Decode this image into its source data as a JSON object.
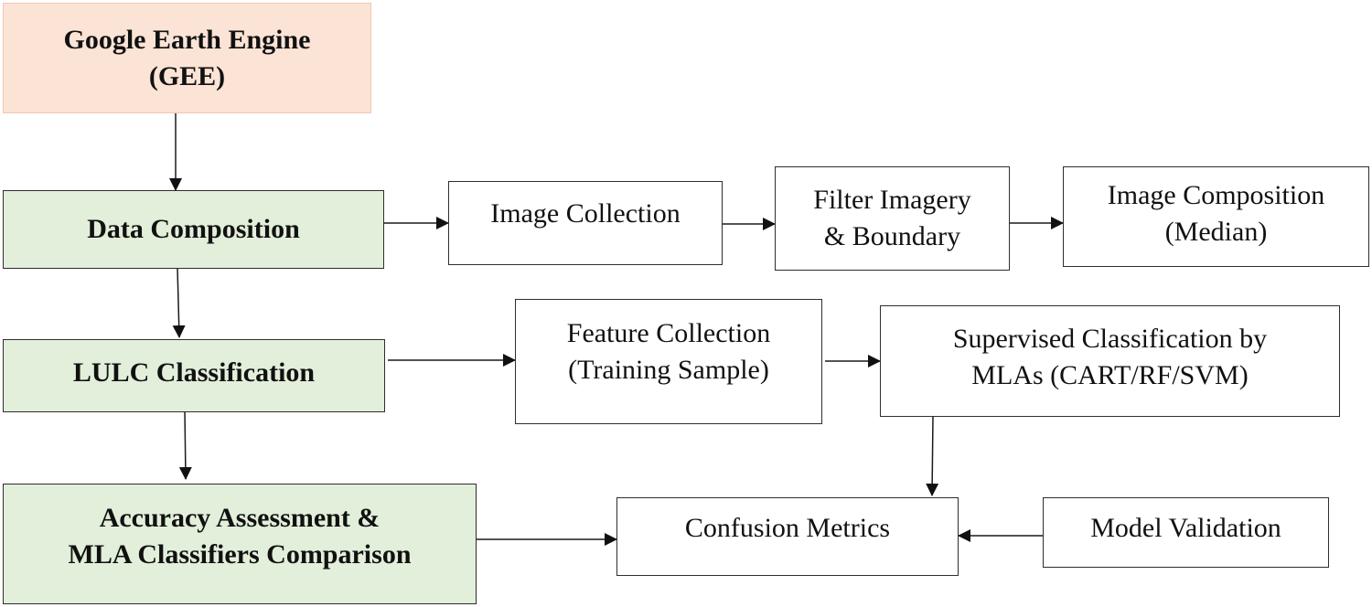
{
  "diagram": {
    "type": "flowchart",
    "colors": {
      "gee_fill": "#fbe3d6",
      "stage_fill": "#e2efda",
      "step_fill": "#ffffff",
      "line": "#1a1a1a"
    },
    "nodes": {
      "gee": {
        "line1": "Google Earth Engine",
        "line2": "(GEE)"
      },
      "data_composition": {
        "line1": "Data Composition"
      },
      "lulc": {
        "line1": "LULC Classification"
      },
      "accuracy": {
        "line1": "Accuracy Assessment &",
        "line2": "MLA Classifiers Comparison"
      },
      "image_collection": {
        "line1": "Image Collection"
      },
      "filter": {
        "line1": "Filter Imagery",
        "line2": "& Boundary"
      },
      "image_composition": {
        "line1": "Image Composition",
        "line2": "(Median)"
      },
      "feature_collection": {
        "line1": "Feature Collection",
        "line2": "(Training Sample)"
      },
      "supervised": {
        "line1": "Supervised Classification by",
        "line2": "MLAs (CART/RF/SVM)"
      },
      "confusion": {
        "line1": "Confusion Metrics"
      },
      "validation": {
        "line1": "Model Validation"
      }
    },
    "edges": [
      [
        "gee",
        "data_composition"
      ],
      [
        "data_composition",
        "lulc"
      ],
      [
        "lulc",
        "accuracy"
      ],
      [
        "data_composition",
        "image_collection"
      ],
      [
        "image_collection",
        "filter"
      ],
      [
        "filter",
        "image_composition"
      ],
      [
        "lulc",
        "feature_collection"
      ],
      [
        "feature_collection",
        "supervised"
      ],
      [
        "supervised",
        "confusion"
      ],
      [
        "accuracy",
        "confusion"
      ],
      [
        "validation",
        "confusion"
      ]
    ]
  }
}
